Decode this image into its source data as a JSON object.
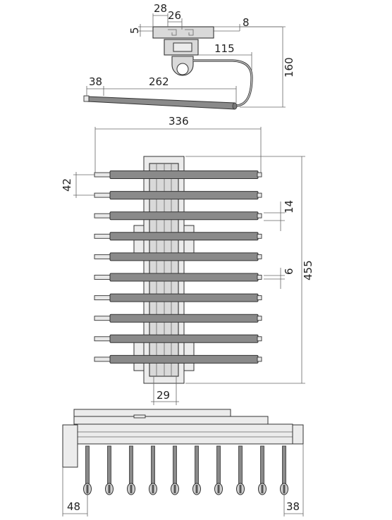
{
  "colors": {
    "background": "#ffffff",
    "rod": "#8a8a8a",
    "frame": "#d9d9d9",
    "line": "#333333"
  },
  "top_view": {
    "dims": {
      "d28": "28",
      "d26": "26",
      "d5": "5",
      "d8": "8",
      "d115": "115",
      "d160": "160",
      "d38": "38",
      "d262": "262"
    }
  },
  "front_view": {
    "rod_count": 10,
    "dims": {
      "width": "336",
      "pitch": "42",
      "d14": "14",
      "d6": "6",
      "height": "455",
      "d29": "29"
    }
  },
  "side_view": {
    "hook_count": 10,
    "dims": {
      "left": "48",
      "right": "38"
    }
  }
}
